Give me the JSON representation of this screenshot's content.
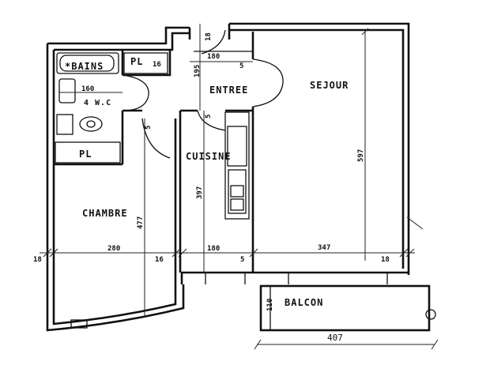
{
  "rooms": {
    "bains": "*BAINS",
    "pl_top": "PL",
    "wc": "4 W.C",
    "entree": "ENTREE",
    "sejour": "SEJOUR",
    "cuisine": "CUISINE",
    "pl_bottom": "PL",
    "chambre": "CHAMBRE",
    "balcon": "BALCON"
  },
  "dimensions": {
    "pl_16": "16",
    "wc_160": "160",
    "entree_18": "18",
    "entree_180": "180",
    "entree_5": "5",
    "entree_195": "195",
    "door_5_left": "5",
    "door_5_kitchen": "5",
    "chambre_477": "477",
    "cuisine_397": "397",
    "sejour_597": "597",
    "left_18": "18",
    "chambre_280": "280",
    "wall_16": "16",
    "cuisine_180": "180",
    "wall_5": "5",
    "sejour_347": "347",
    "right_18": "18",
    "balcon_110": "110",
    "balcon_407": "407"
  }
}
